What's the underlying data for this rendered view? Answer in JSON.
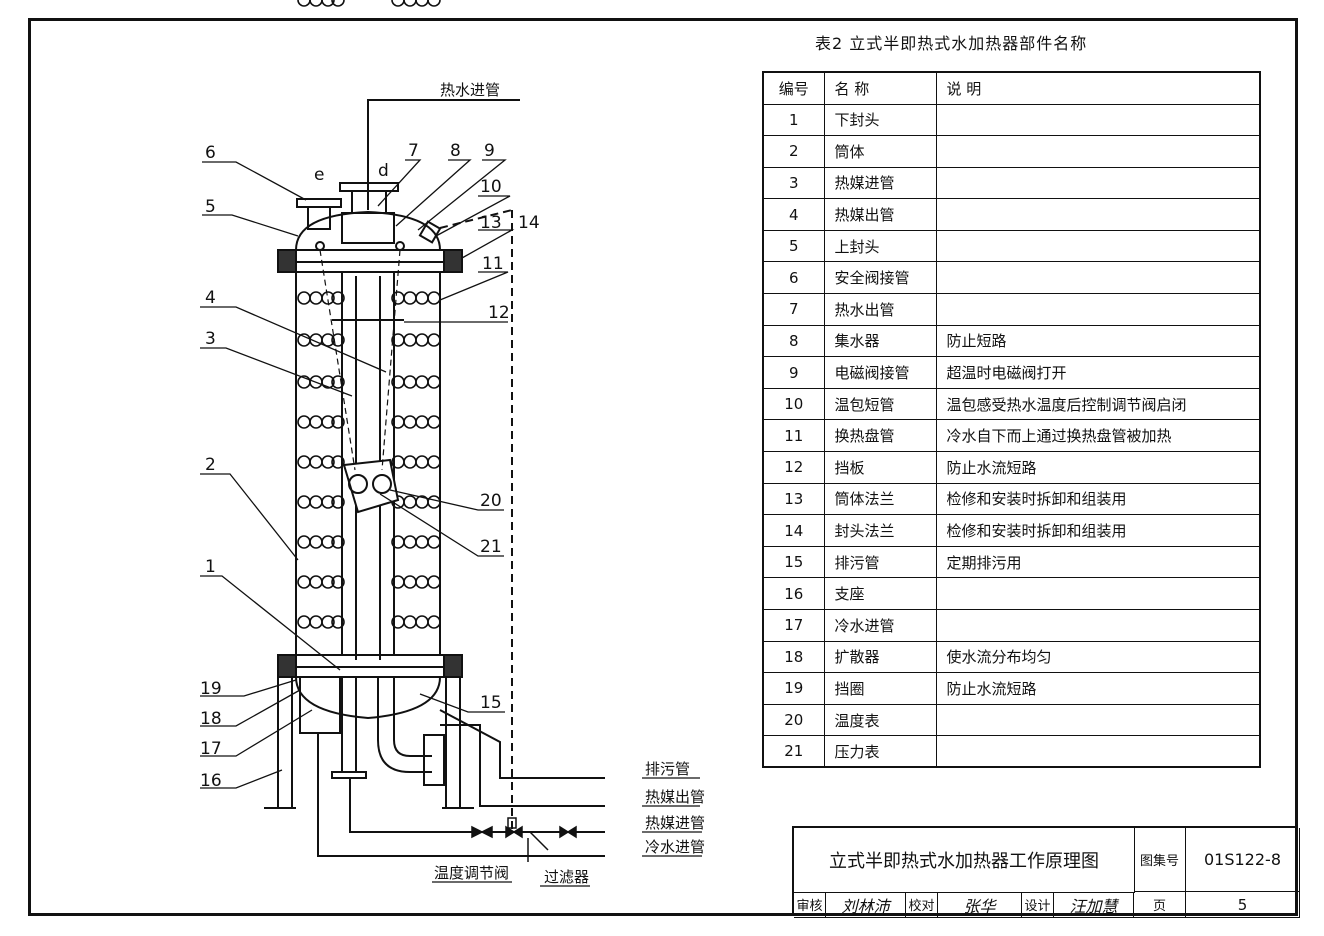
{
  "diagram_labels": {
    "hot_water_inlet": "热水进管",
    "numbers": [
      "1",
      "2",
      "3",
      "4",
      "5",
      "6",
      "7",
      "8",
      "9",
      "10",
      "11",
      "12",
      "13",
      "14",
      "15",
      "16",
      "17",
      "18",
      "19",
      "20",
      "21"
    ],
    "nozzle_e": "e",
    "nozzle_d": "d",
    "drain_pipe": "排污管",
    "heat_medium_outlet": "热媒出管",
    "heat_medium_inlet": "热媒进管",
    "cold_water_inlet": "冷水进管",
    "temp_regulating_valve": "温度调节阀",
    "filter": "过滤器"
  },
  "table": {
    "title": "表2  立式半即热式水加热器部件名称",
    "headers": [
      "编号",
      "名  称",
      "说    明"
    ],
    "rows": [
      {
        "no": "1",
        "name": "下封头",
        "desc": ""
      },
      {
        "no": "2",
        "name": "筒体",
        "desc": ""
      },
      {
        "no": "3",
        "name": "热媒进管",
        "desc": ""
      },
      {
        "no": "4",
        "name": "热媒出管",
        "desc": ""
      },
      {
        "no": "5",
        "name": "上封头",
        "desc": ""
      },
      {
        "no": "6",
        "name": "安全阀接管",
        "desc": ""
      },
      {
        "no": "7",
        "name": "热水出管",
        "desc": ""
      },
      {
        "no": "8",
        "name": "集水器",
        "desc": "防止短路"
      },
      {
        "no": "9",
        "name": "电磁阀接管",
        "desc": "超温时电磁阀打开"
      },
      {
        "no": "10",
        "name": "温包短管",
        "desc": "温包感受热水温度后控制调节阀启闭"
      },
      {
        "no": "11",
        "name": "换热盘管",
        "desc": "冷水自下而上通过换热盘管被加热"
      },
      {
        "no": "12",
        "name": "挡板",
        "desc": "防止水流短路"
      },
      {
        "no": "13",
        "name": "筒体法兰",
        "desc": "检修和安装时拆卸和组装用"
      },
      {
        "no": "14",
        "name": "封头法兰",
        "desc": "检修和安装时拆卸和组装用"
      },
      {
        "no": "15",
        "name": "排污管",
        "desc": "定期排污用"
      },
      {
        "no": "16",
        "name": "支座",
        "desc": ""
      },
      {
        "no": "17",
        "name": "冷水进管",
        "desc": ""
      },
      {
        "no": "18",
        "name": "扩散器",
        "desc": "使水流分布均匀"
      },
      {
        "no": "19",
        "name": "挡圈",
        "desc": "防止水流短路"
      },
      {
        "no": "20",
        "name": "温度表",
        "desc": ""
      },
      {
        "no": "21",
        "name": "压力表",
        "desc": ""
      }
    ]
  },
  "title_block": {
    "drawing_title": "立式半即热式水加热器工作原理图",
    "atlas_no_label": "图集号",
    "atlas_no": "01S122-8",
    "review_label": "审核",
    "review_sig": "刘林沛",
    "check_label": "校对",
    "check_sig": "张华",
    "design_label": "设计",
    "design_sig": "汪加慧",
    "page_label": "页",
    "page_no": "5"
  }
}
